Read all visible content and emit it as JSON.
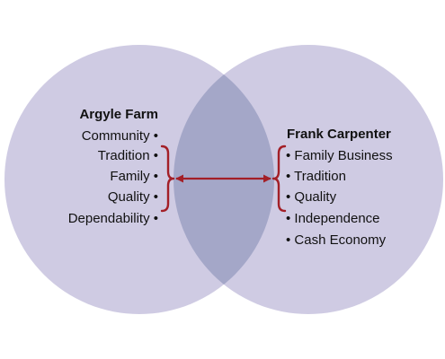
{
  "left_set": {
    "title": "Argyle Farm",
    "items": [
      "Community •",
      "Tradition •",
      "Family •",
      "Quality •",
      "Dependability •"
    ]
  },
  "right_set": {
    "title": "Frank Carpenter",
    "items": [
      "• Family Business",
      "• Tradition",
      "• Quality",
      "• Independence",
      "• Cash Economy"
    ]
  },
  "colors": {
    "circle_fill": "#cfcbe3",
    "overlap_fill": "#a4a7c8",
    "bracket_arrow": "#a31f27"
  }
}
